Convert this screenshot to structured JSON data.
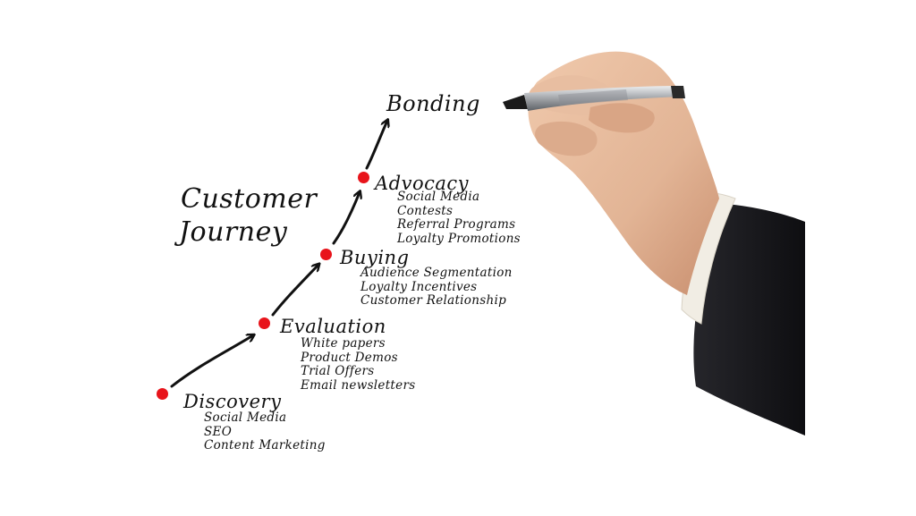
{
  "diagram": {
    "title_line1": "Customer",
    "title_line2": "Journey",
    "top_label": "Bonding",
    "stages": [
      {
        "label": "Discovery",
        "items": [
          "Social Media",
          "SEO",
          "Content Marketing"
        ]
      },
      {
        "label": "Evaluation",
        "items": [
          "White papers",
          "Product Demos",
          "Trial Offers",
          "Email newsletters"
        ]
      },
      {
        "label": "Buying",
        "items": [
          "Audience Segmentation",
          "Loyalty Incentives",
          "Customer Relationship"
        ]
      },
      {
        "label": "Advocacy",
        "items": [
          "Social Media",
          "Contests",
          "Referral Programs",
          "Loyalty Promotions"
        ]
      }
    ]
  },
  "colors": {
    "dot": "#e8141b",
    "ink": "#111111",
    "sleeve": "#16161a",
    "cuff": "#f1ede4",
    "skin": "#e2b495",
    "pen_barrel": "#a9acb0"
  },
  "icons": {
    "hand": "hand-holding-pen"
  }
}
